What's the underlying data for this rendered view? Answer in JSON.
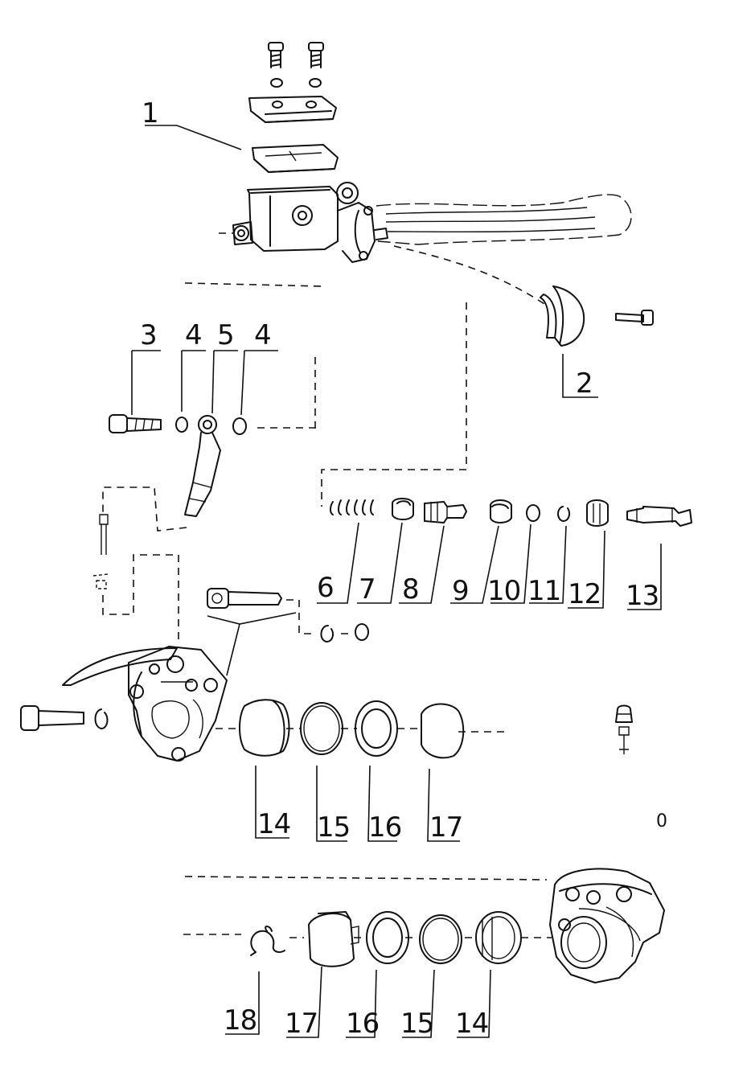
{
  "callouts": [
    {
      "id": "c1",
      "label": "1"
    },
    {
      "id": "c2",
      "label": "2"
    },
    {
      "id": "c3",
      "label": "3"
    },
    {
      "id": "c4a",
      "label": "4"
    },
    {
      "id": "c5",
      "label": "5"
    },
    {
      "id": "c4b",
      "label": "4"
    },
    {
      "id": "c6",
      "label": "6"
    },
    {
      "id": "c7",
      "label": "7"
    },
    {
      "id": "c8",
      "label": "8"
    },
    {
      "id": "c9",
      "label": "9"
    },
    {
      "id": "c10",
      "label": "10"
    },
    {
      "id": "c11",
      "label": "11"
    },
    {
      "id": "c12",
      "label": "12"
    },
    {
      "id": "c13",
      "label": "13"
    },
    {
      "id": "c14a",
      "label": "14"
    },
    {
      "id": "c15a",
      "label": "15"
    },
    {
      "id": "c16a",
      "label": "16"
    },
    {
      "id": "c17a",
      "label": "17"
    },
    {
      "id": "c18",
      "label": "18"
    },
    {
      "id": "c17b",
      "label": "17"
    },
    {
      "id": "c16b",
      "label": "16"
    },
    {
      "id": "c15b",
      "label": "15"
    },
    {
      "id": "c14b",
      "label": "14"
    }
  ],
  "stray_mark": "0",
  "colors": {
    "ink": "#111111",
    "paper": "#ffffff"
  }
}
